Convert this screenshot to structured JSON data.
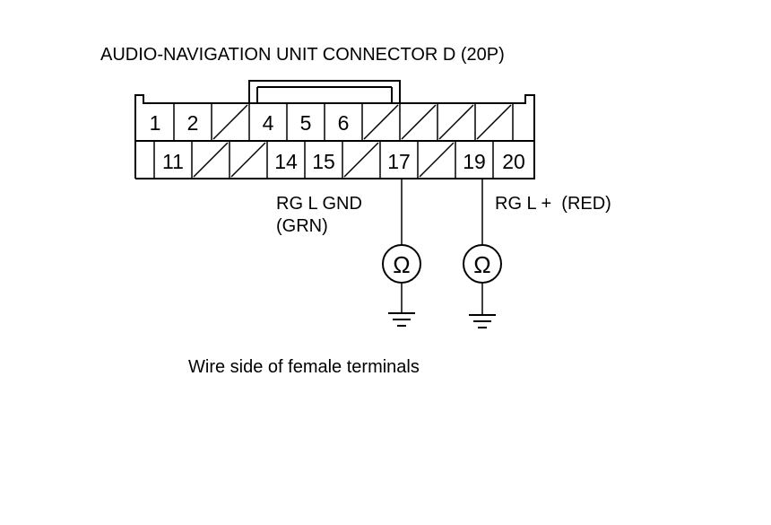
{
  "diagram": {
    "title": "AUDIO-NAVIGATION UNIT CONNECTOR D (20P)",
    "caption": "Wire side of female terminals",
    "top_row_cells": [
      {
        "pin": "1",
        "used": true
      },
      {
        "pin": "2",
        "used": true
      },
      {
        "pin": "",
        "used": false
      },
      {
        "pin": "4",
        "used": true
      },
      {
        "pin": "5",
        "used": true
      },
      {
        "pin": "6",
        "used": true
      },
      {
        "pin": "",
        "used": false
      },
      {
        "pin": "",
        "used": false
      },
      {
        "pin": "",
        "used": false
      },
      {
        "pin": "",
        "used": false
      }
    ],
    "bottom_row_cells": [
      {
        "pin": "11",
        "used": true
      },
      {
        "pin": "",
        "used": false
      },
      {
        "pin": "",
        "used": false
      },
      {
        "pin": "14",
        "used": true
      },
      {
        "pin": "15",
        "used": true
      },
      {
        "pin": "",
        "used": false
      },
      {
        "pin": "17",
        "used": true
      },
      {
        "pin": "",
        "used": false
      },
      {
        "pin": "19",
        "used": true
      },
      {
        "pin": "20",
        "used": true
      }
    ],
    "probes": [
      {
        "pin": "17",
        "label_line1": "RG L GND",
        "label_line2": "(GRN)",
        "meter_symbol": "Ω",
        "meter_icon": "ohmmeter-icon",
        "ground_icon": "ground-icon"
      },
      {
        "pin": "19",
        "label_line1": "RG L +  (RED)",
        "label_line2": "",
        "meter_symbol": "Ω",
        "meter_icon": "ohmmeter-icon",
        "ground_icon": "ground-icon"
      }
    ],
    "colors": {
      "line": "#000000",
      "background": "#ffffff"
    }
  }
}
